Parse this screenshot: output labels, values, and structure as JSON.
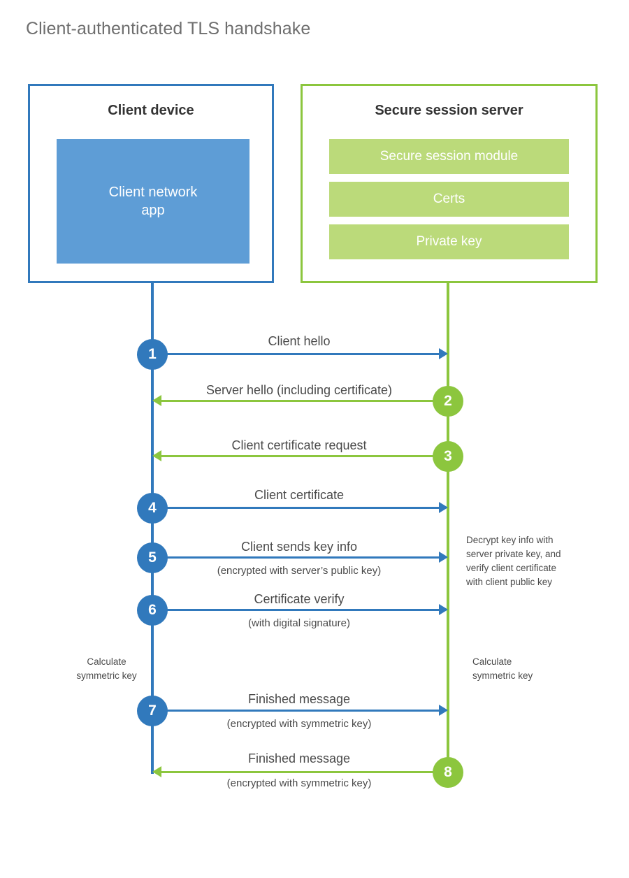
{
  "title": "Client-authenticated TLS handshake",
  "colors": {
    "client_blue": "#3179bc",
    "client_app_fill": "#5e9dd6",
    "server_green": "#8cc63e",
    "server_bar_fill": "#bbda7a",
    "text_gray": "#4a4a4a",
    "title_gray": "#6e6e6e",
    "heading_dark": "#333333"
  },
  "client": {
    "title": "Client device",
    "app_label": "Client network\napp"
  },
  "server": {
    "title": "Secure session server",
    "bars": [
      {
        "label": "Secure session module"
      },
      {
        "label": "Certs"
      },
      {
        "label": "Private key"
      }
    ]
  },
  "steps": [
    {
      "number": "1",
      "label": "Client hello",
      "sublabel": "",
      "direction": "client-to-server",
      "color": "blue"
    },
    {
      "number": "2",
      "label": "Server hello (including certificate)",
      "sublabel": "",
      "direction": "server-to-client",
      "color": "green"
    },
    {
      "number": "3",
      "label": "Client certificate request",
      "sublabel": "",
      "direction": "server-to-client",
      "color": "green"
    },
    {
      "number": "4",
      "label": "Client certificate",
      "sublabel": "",
      "direction": "client-to-server",
      "color": "blue"
    },
    {
      "number": "5",
      "label": "Client sends key info",
      "sublabel": "(encrypted with server’s public key)",
      "direction": "client-to-server",
      "color": "blue"
    },
    {
      "number": "6",
      "label": "Certificate verify",
      "sublabel": "(with digital signature)",
      "direction": "client-to-server",
      "color": "blue"
    },
    {
      "number": "7",
      "label": "Finished message",
      "sublabel": "(encrypted with symmetric key)",
      "direction": "client-to-server",
      "color": "blue"
    },
    {
      "number": "8",
      "label": "Finished message",
      "sublabel": "(encrypted with symmetric key)",
      "direction": "server-to-client",
      "color": "green"
    }
  ],
  "notes": {
    "server_decrypt": "Decrypt key info with\nserver private key, and\nverify client certificate\nwith client public key",
    "client_calculate": "Calculate\nsymmetric key",
    "server_calculate": "Calculate\nsymmetric key"
  }
}
